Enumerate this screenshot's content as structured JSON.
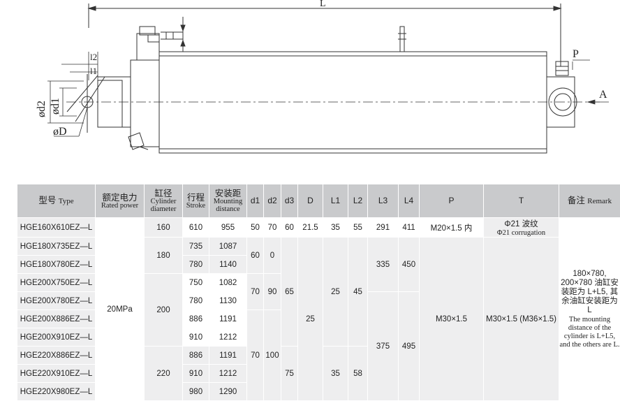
{
  "drawing": {
    "labels": {
      "L": "L",
      "P": "P",
      "A": "A",
      "l2": "l2",
      "l1": "l1",
      "od2": "ød2",
      "od1": "ød1",
      "oD": "øD"
    }
  },
  "table": {
    "headers": {
      "type": {
        "zh": "型号",
        "en": "Type"
      },
      "power": {
        "zh": "额定电力",
        "en": "Rated power"
      },
      "cyl": {
        "zh": "缸径",
        "en": "Cylinder diameter"
      },
      "stroke": {
        "zh": "行程",
        "en": "Stroke"
      },
      "mount": {
        "zh": "安装距",
        "en": "Mounting distance"
      },
      "d1": "d1",
      "d2": "d2",
      "d3": "d3",
      "D": "D",
      "L1": "L1",
      "L2": "L2",
      "L3": "L3",
      "L4": "L4",
      "P": "P",
      "T": "T",
      "remark": {
        "zh": "备注",
        "en": "Remark"
      }
    },
    "rows": [
      {
        "type": "HGE160X610EZ—L",
        "stroke": "610",
        "mount": "955"
      },
      {
        "type": "HGE180X735EZ—L",
        "stroke": "735",
        "mount": "1087"
      },
      {
        "type": "HGE180X780EZ—L",
        "stroke": "780",
        "mount": "1140"
      },
      {
        "type": "HGE200X750EZ—L",
        "stroke": "750",
        "mount": "1082"
      },
      {
        "type": "HGE200X780EZ—L",
        "stroke": "780",
        "mount": "1130"
      },
      {
        "type": "HGE200X886EZ—L",
        "stroke": "886",
        "mount": "1191"
      },
      {
        "type": "HGE200X910EZ—L",
        "stroke": "910",
        "mount": "1212"
      },
      {
        "type": "HGE220X886EZ—L",
        "stroke": "886",
        "mount": "1191"
      },
      {
        "type": "HGE220X910EZ—L",
        "stroke": "910",
        "mount": "1212"
      },
      {
        "type": "HGE220X980EZ—L",
        "stroke": "980",
        "mount": "1290"
      }
    ],
    "merged": {
      "power": "20MPa",
      "cyl_160": "160",
      "cyl_180": "180",
      "cyl_200": "200",
      "cyl_220": "220",
      "d1_r1": "50",
      "d2_r1": "70",
      "d3_r1": "60",
      "D_r1": "21.5",
      "L1_r1": "35",
      "L2_r1": "55",
      "L3_r1": "291",
      "L4_r1": "411",
      "P_r1": "M20×1.5 内",
      "T_r1_zh": "Φ21 波纹",
      "T_r1_en": "Φ21 corrugation",
      "d1_180": "60",
      "d2_180": "0",
      "d1_200": "70",
      "d2_200": "90",
      "d3_mid": "65",
      "L1_mid": "25",
      "L2_mid": "45",
      "L3_mid": "335",
      "L4_mid": "450",
      "D_rest": "25",
      "P_rest": "M30×1.5",
      "T_rest": "M30×1.5 (M36×1.5)",
      "d1_220": "70",
      "d2_220": "100",
      "d3_220": "75",
      "L1_220": "35",
      "L2_220": "58",
      "L3_220": "375",
      "L4_220": "495",
      "remark_zh": "180×780, 200×780 油缸安装距为 L+L5, 其余油缸安装距为 L",
      "remark_en": "The mounting distance of the cylinder is L+L5, and the others are L."
    }
  }
}
